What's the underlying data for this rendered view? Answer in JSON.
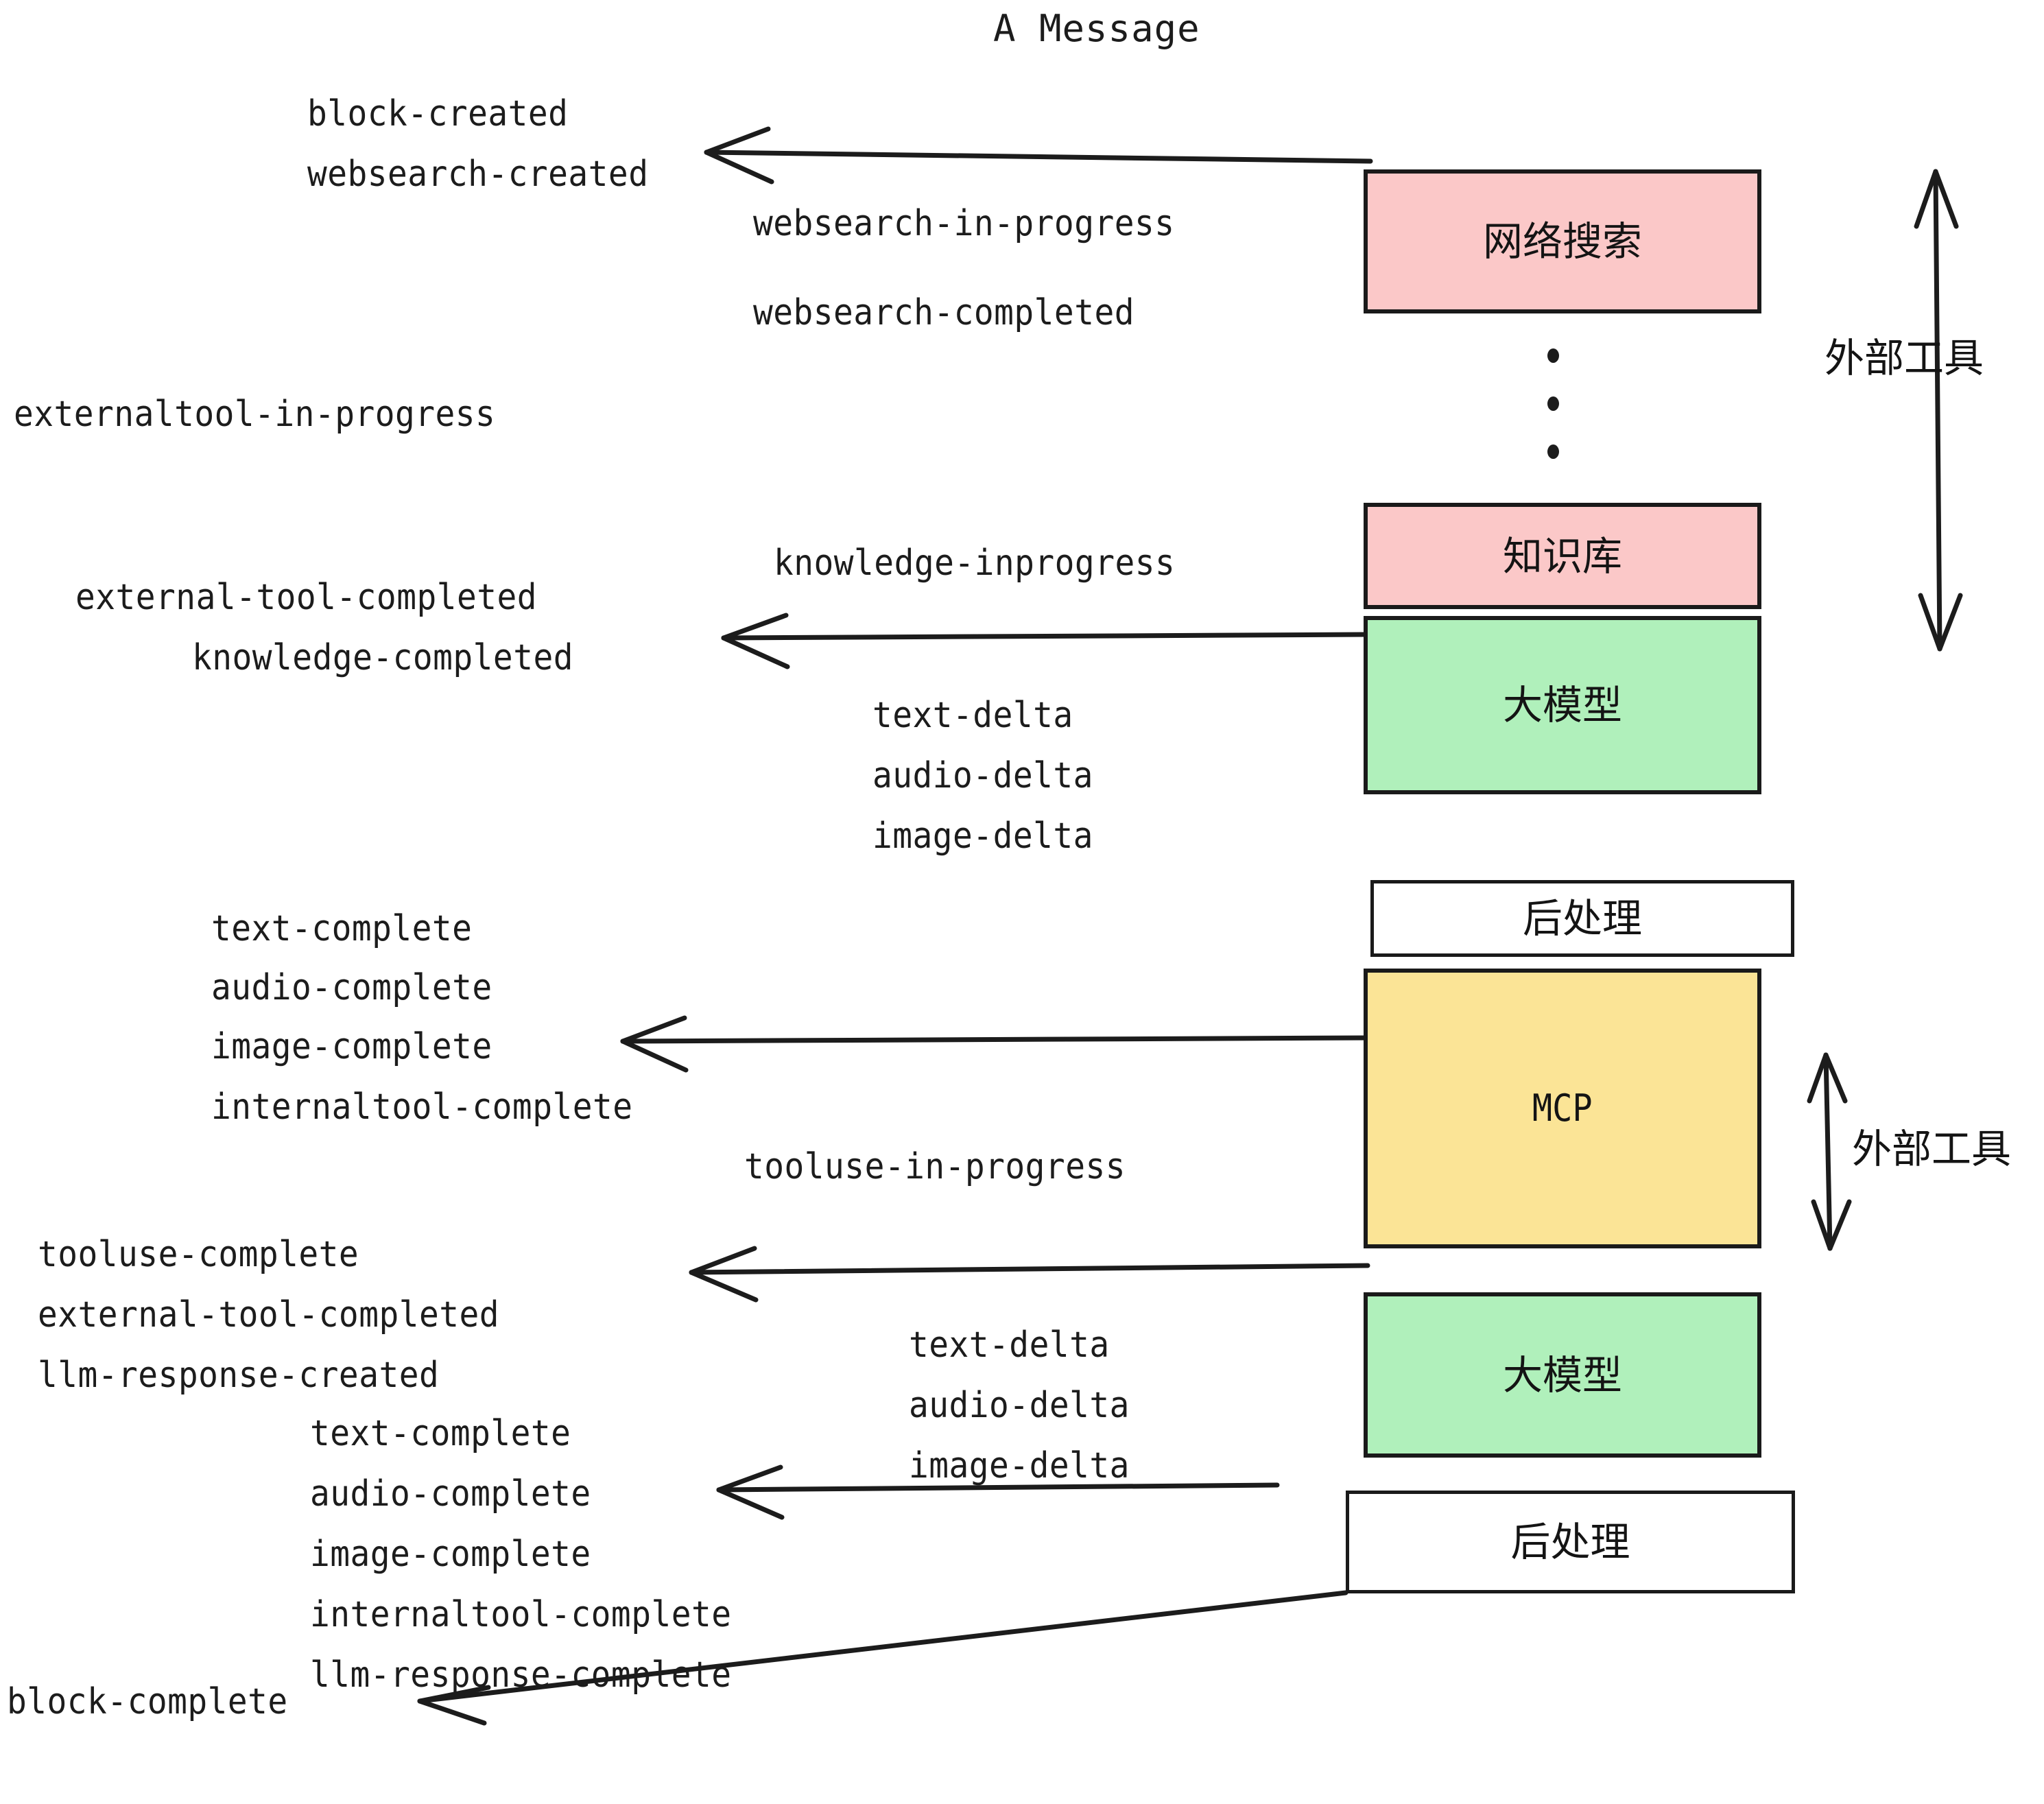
{
  "diagram": {
    "title": "A Message",
    "colors": {
      "pink": "#fbc8c8",
      "green": "#b0f0bb",
      "yellow": "#fbe496",
      "white": "#ffffff",
      "stroke": "#1a1a1a",
      "text": "#1c1c1c"
    },
    "nodes": [
      {
        "id": "websearch",
        "label": "网络搜索",
        "fill": "pink"
      },
      {
        "id": "knowledge",
        "label": "知识库",
        "fill": "pink"
      },
      {
        "id": "llm1",
        "label": "大模型",
        "fill": "green"
      },
      {
        "id": "post1",
        "label": "后处理",
        "fill": "white"
      },
      {
        "id": "mcp",
        "label": "MCP",
        "fill": "yellow"
      },
      {
        "id": "llm2",
        "label": "大模型",
        "fill": "green"
      },
      {
        "id": "post2",
        "label": "后处理",
        "fill": "white"
      }
    ],
    "side_labels": [
      {
        "id": "external-tools-top",
        "label": "外部工具"
      },
      {
        "id": "external-tools-bottom",
        "label": "外部工具"
      }
    ],
    "events": [
      {
        "id": "block-created",
        "label": "block-created"
      },
      {
        "id": "websearch-created",
        "label": "websearch-created"
      },
      {
        "id": "websearch-in-progress",
        "label": "websearch-in-progress"
      },
      {
        "id": "websearch-completed",
        "label": "websearch-completed"
      },
      {
        "id": "externaltool-in-progress",
        "label": "externaltool-in-progress"
      },
      {
        "id": "knowledge-inprogress",
        "label": "knowledge-inprogress"
      },
      {
        "id": "external-tool-completed-1",
        "label": "external-tool-completed"
      },
      {
        "id": "knowledge-completed",
        "label": "knowledge-completed"
      },
      {
        "id": "text-delta-1",
        "label": "text-delta"
      },
      {
        "id": "audio-delta-1",
        "label": "audio-delta"
      },
      {
        "id": "image-delta-1",
        "label": "image-delta"
      },
      {
        "id": "text-complete-1",
        "label": "text-complete"
      },
      {
        "id": "audio-complete-1",
        "label": "audio-complete"
      },
      {
        "id": "image-complete-1",
        "label": "image-complete"
      },
      {
        "id": "internaltool-complete-1",
        "label": "internaltool-complete"
      },
      {
        "id": "tooluse-in-progress",
        "label": "tooluse-in-progress"
      },
      {
        "id": "tooluse-complete",
        "label": "tooluse-complete"
      },
      {
        "id": "external-tool-completed-2",
        "label": "external-tool-completed"
      },
      {
        "id": "llm-response-created",
        "label": "llm-response-created"
      },
      {
        "id": "text-delta-2",
        "label": "text-delta"
      },
      {
        "id": "audio-delta-2",
        "label": "audio-delta"
      },
      {
        "id": "image-delta-2",
        "label": "image-delta"
      },
      {
        "id": "text-complete-2",
        "label": "text-complete"
      },
      {
        "id": "audio-complete-2",
        "label": "audio-complete"
      },
      {
        "id": "image-complete-2",
        "label": "image-complete"
      },
      {
        "id": "internaltool-complete-2",
        "label": "internaltool-complete"
      },
      {
        "id": "llm-response-complete",
        "label": "llm-response-complete"
      },
      {
        "id": "block-complete",
        "label": "block-complete"
      }
    ]
  }
}
